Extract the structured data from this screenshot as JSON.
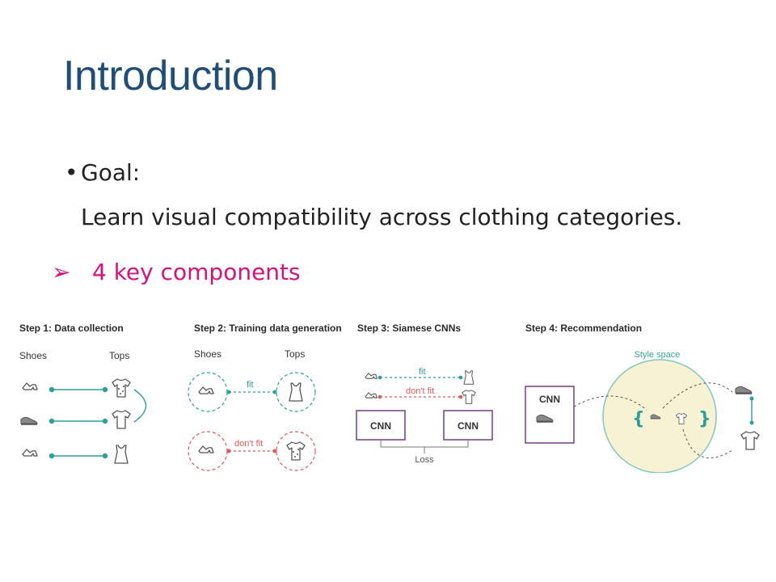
{
  "slide": {
    "title": "Introduction",
    "bullet_marker": "•",
    "goal_label": "Goal:",
    "goal_text": "Learn visual compatibility across clothing categories.",
    "key_marker": "➢",
    "key_text": "4 key components"
  },
  "diagram": {
    "step1": {
      "title": "Step 1: Data collection",
      "col_left": "Shoes",
      "col_right": "Tops"
    },
    "step2": {
      "title": "Step 2: Training data generation",
      "col_left": "Shoes",
      "col_right": "Tops",
      "fit": "fit",
      "dont_fit": "don't fit"
    },
    "step3": {
      "title": "Step 3: Siamese CNNs",
      "fit": "fit",
      "dont_fit": "don't fit",
      "cnn_left": "CNN",
      "cnn_right": "CNN",
      "loss": "Loss"
    },
    "step4": {
      "title": "Step 4: Recommendation",
      "cnn": "CNN",
      "style_space": "Style space",
      "brace_open": "{",
      "brace_close": "}"
    }
  },
  "colors": {
    "title": "#1f4e79",
    "accent": "#d6127a",
    "teal": "#2aa198",
    "red": "#e05a5a",
    "purple": "#7b4b8a",
    "style_fill": "#f7f2d4",
    "style_stroke": "#7fc9b9",
    "style_label": "#38a88d"
  }
}
